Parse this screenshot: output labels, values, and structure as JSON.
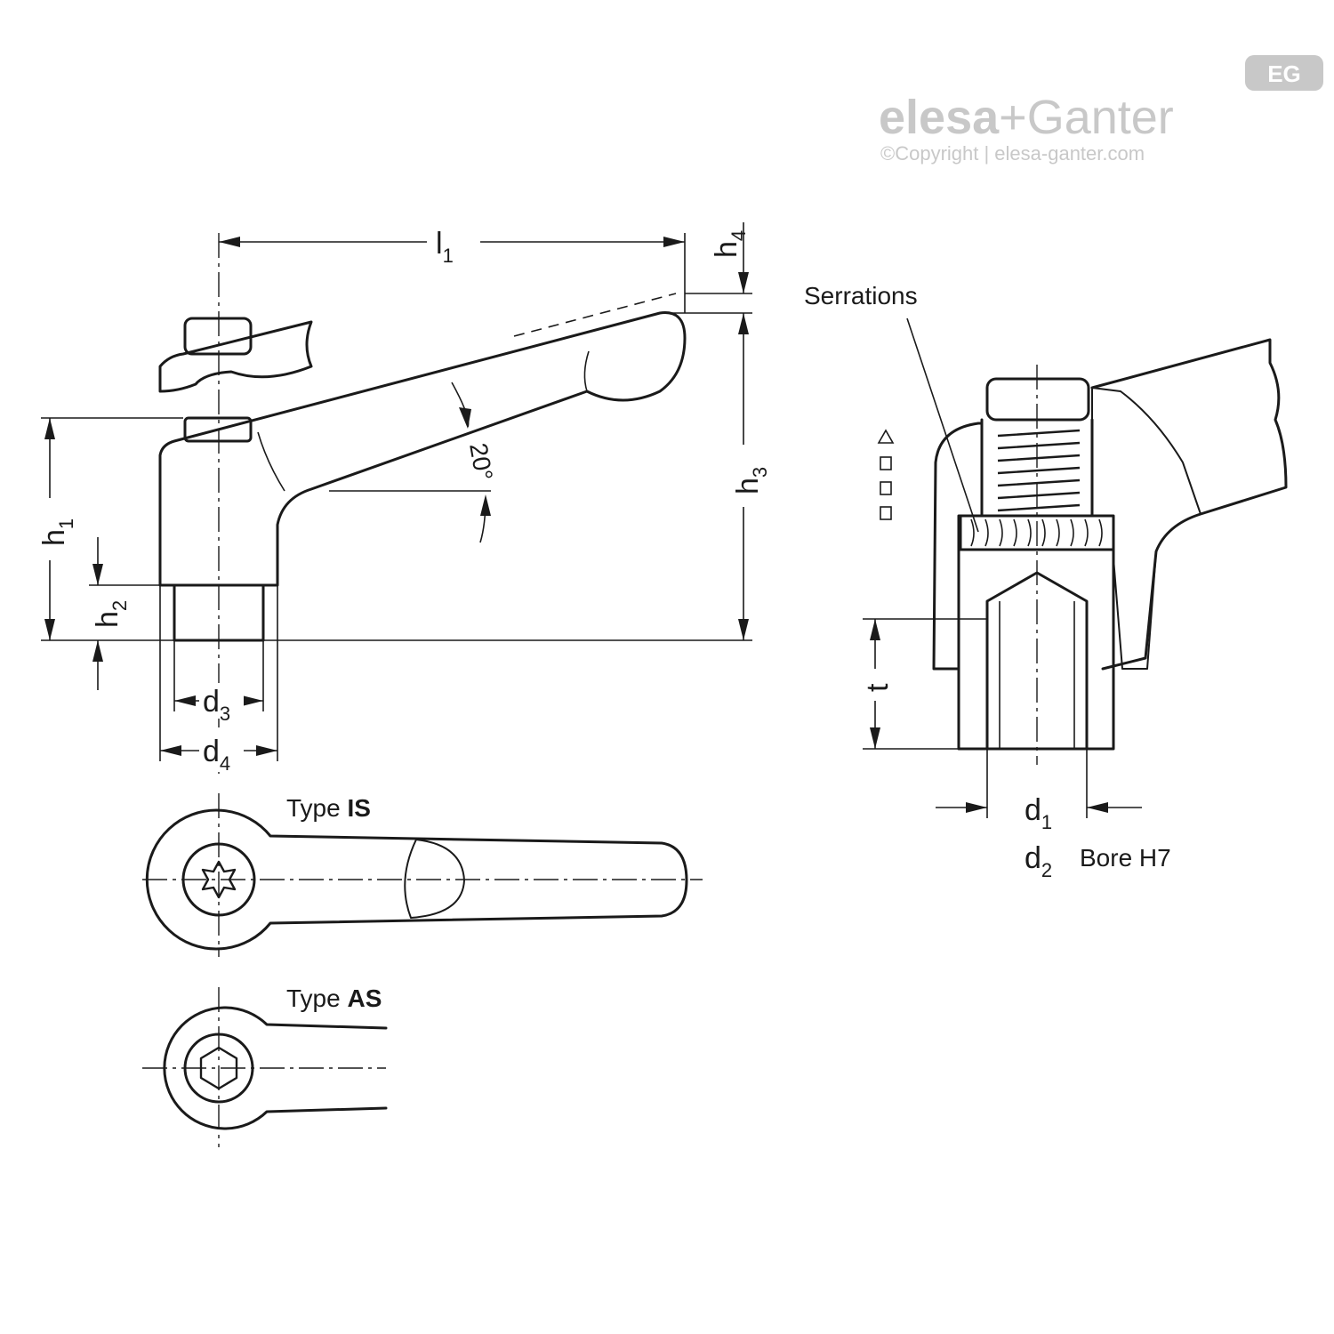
{
  "logo": {
    "brand_left": "elesa",
    "brand_plus": "+",
    "brand_right": "Ganter",
    "badge": "EG",
    "copyright": "©Copyright | elesa-ganter.com"
  },
  "dimensions": {
    "l1": {
      "main": "l",
      "sub": "1"
    },
    "h1": {
      "main": "h",
      "sub": "1"
    },
    "h2": {
      "main": "h",
      "sub": "2"
    },
    "h3": {
      "main": "h",
      "sub": "3"
    },
    "h4": {
      "main": "h",
      "sub": "4"
    },
    "d1": {
      "main": "d",
      "sub": "1"
    },
    "d2": {
      "main": "d",
      "sub": "2"
    },
    "d3": {
      "main": "d",
      "sub": "3"
    },
    "d4": {
      "main": "d",
      "sub": "4"
    },
    "t": "t",
    "angle": "20°"
  },
  "labels": {
    "serrations": "Serrations",
    "bore": "Bore H7",
    "type_is_prefix": "Type ",
    "type_is_bold": "IS",
    "type_as_prefix": "Type ",
    "type_as_bold": "AS"
  }
}
